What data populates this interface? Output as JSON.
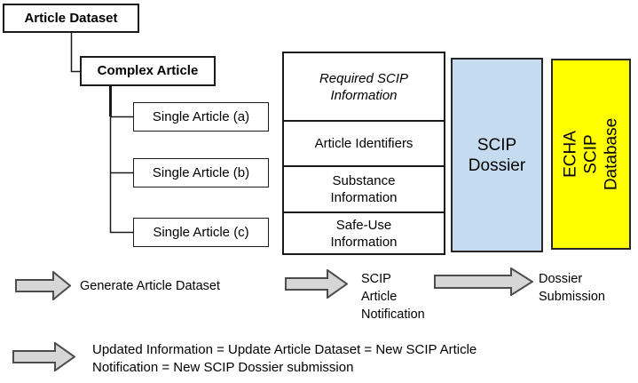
{
  "tree": {
    "article_dataset_label": "Article Dataset",
    "complex_article_label": "Complex Article",
    "single_article_labels": [
      "Single Article (a)",
      "Single Article (b)",
      "Single Article (c)"
    ]
  },
  "scip_info_table": {
    "header": "Required SCIP\nInformation",
    "rows": [
      "Article Identifiers",
      "Substance\nInformation",
      "Safe-Use\nInformation"
    ]
  },
  "dossier_box_label": "SCIP\nDossier",
  "database_box_label": "ECHA SCIP\nDatabase",
  "flow": {
    "step1_label": "Generate Article Dataset",
    "step2_label": "SCIP\nArticle\nNotification",
    "step3_label": "Dossier\nSubmission",
    "update_note": "Updated Information = Update Article Dataset = New SCIP Article\nNotification = New SCIP Dossier submission"
  },
  "icons": {
    "flow_arrow": "right-block-arrow"
  },
  "colors": {
    "dossier_fill": "#C5DCF0",
    "database_fill": "#FFFF00",
    "arrow_fill": "#D6D6D6",
    "arrow_stroke": "#4D4D4D",
    "box_border": "#1A1A1A",
    "connector": "#1A1A1A"
  }
}
